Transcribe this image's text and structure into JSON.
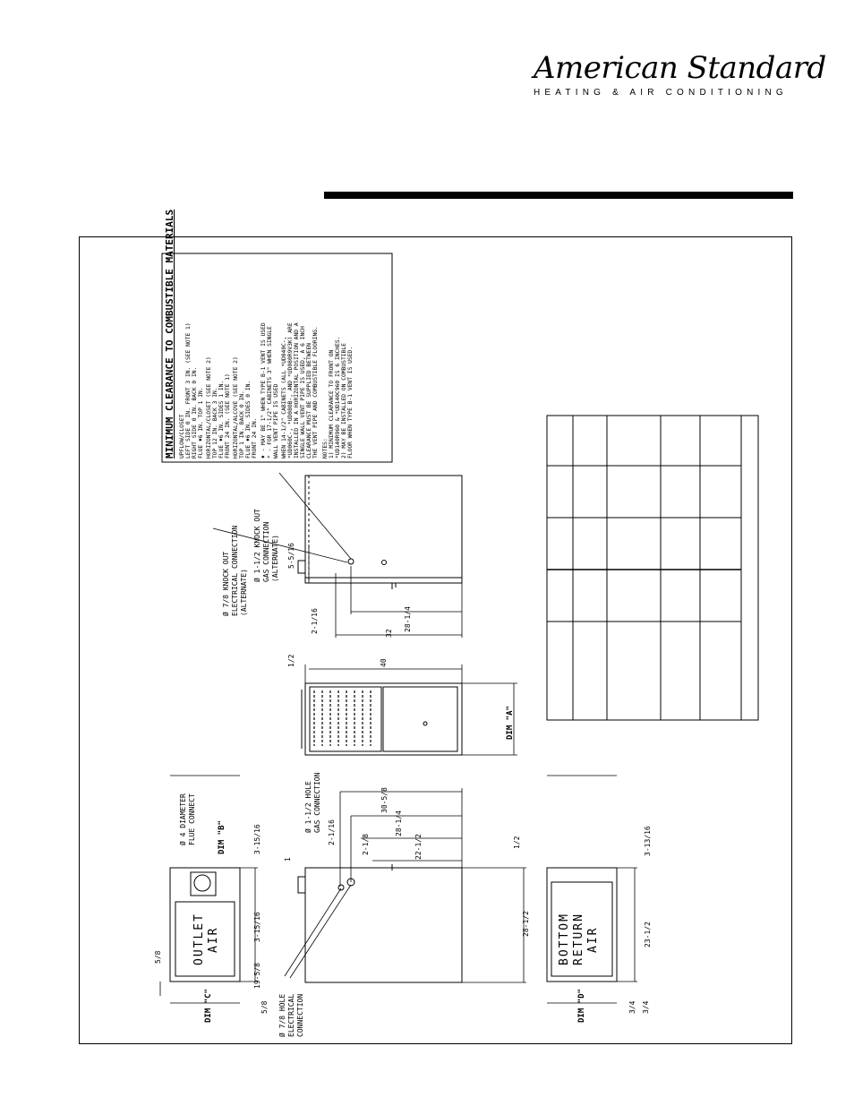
{
  "header": {
    "brand_name": "American Standard",
    "brand_tagline": "HEATING & AIR CONDITIONING"
  },
  "clearance": {
    "title": "MINIMUM CLEARANCE TO COMBUSTIBLE MATERIALS",
    "lines": [
      "UPFLOW/CLOSET",
      "LEFT SIDE      0 IN.      FRONT    3 IN. (SEE NOTE 1)",
      "RIGHT SIDE     0 IN.      BACK     0 IN.",
      "FLUE          ♦6 IN.      TOP      1 IN.",
      "HORIZONTAL/CLOSET (SEE NOTE 2)",
      "TOP           12 IN.     BACK     3 IN.",
      "FLUE          ♦6 IN.     SIDES    1 IN.",
      "FRONT         24 IN. (SEE NOTE 1)",
      "HORIZONTAL/ALCOVE (SEE NOTE 2)",
      "TOP            1 IN.     BACK     0 IN.",
      "FLUE          ♦6 IN.     SIDES    0 IN.",
      "FRONT         24 IN.",
      "♦ - MAY BE 1\" WHEN TYPE B-1 VENT IS USED",
      "* - FOR 17-1/2\" CABINETS 3\" WHEN SINGLE",
      "   WALL VENT PIPE IS USED",
      "WHEN 14-1/2\" CABINETS (ALL *UD040C-,",
      "*UD060C-, *UD080B-, AND *UD080R9V3K) ARE",
      "INSTALLED IN A HORIZONTAL POSITION AND A",
      "SINGLE WALL VENT PIPE IS USED, A 6 INCH",
      "CLEARANCE MUST BE SUPPLIED BETWEEN",
      "THE VENT PIPE AND COMBUSTIBLE FLOORING.",
      "NOTES:",
      "1) MINIMUM CLEARANCE TO FRONT ON",
      "   *UD140R960 & *UD140C960 IS 6 INCHES.",
      "2) MAY BE INSTALLED ON COMBUSTIBLE",
      "   FLOOR WHEN TYPE B-1 VENT IS USED."
    ]
  },
  "drawing": {
    "elec_knockout_alt": [
      "Ø 7/8 KNOCK OUT",
      "ELECTRICAL CONNECTION",
      "(ALTERNATE)"
    ],
    "gas_knockout_alt": [
      "Ø 1-1/2 KNOCK OUT",
      "GAS CONNECTION",
      "(ALTERNATE)"
    ],
    "flue_connect": [
      "Ø 4 DIAMETER",
      "FLUE CONNECT"
    ],
    "gas_hole": [
      "Ø 1-1/2 HOLE",
      "GAS CONNECTION"
    ],
    "elec_hole": [
      "Ø 7/8 HOLE",
      "ELECTRICAL",
      "CONNECTION"
    ],
    "outlet_air": [
      "OUTLET",
      "AIR"
    ],
    "bottom_return": [
      "BOTTOM",
      "RETURN",
      "AIR"
    ],
    "dim_a": "DIM \"A\"",
    "dim_b": "DIM \"B\"",
    "dim_c": "DIM \"C\"",
    "dim_d": "DIM \"D\"",
    "dims": {
      "d_5_5_16": "5-5/16",
      "d_2_1_16_a": "2-1/16",
      "d_28_1_4_a": "28-1/4",
      "d_32": "32",
      "d_1_2_a": "1/2",
      "d_40": "40",
      "d_30_5_8": "30-5/8",
      "d_28_1_4_b": "28-1/4",
      "d_22_1_2": "22-1/2",
      "d_2_1_16_b": "2-1/16",
      "d_2_1_8": "2-1/8",
      "d_1": "1",
      "d_1_2_b": "1/2",
      "d_28_1_2": "28-1/2",
      "d_3_15_16_a": "3-15/16",
      "d_3_15_16_b": "3-15/16",
      "d_19_5_8": "19-5/8",
      "d_5_8_a": "5/8",
      "d_5_8_b": "5/8",
      "d_3_13_16": "3-13/16",
      "d_23_1_2": "23-1/2",
      "d_3_4_a": "3/4",
      "d_3_4_b": "3/4"
    }
  }
}
